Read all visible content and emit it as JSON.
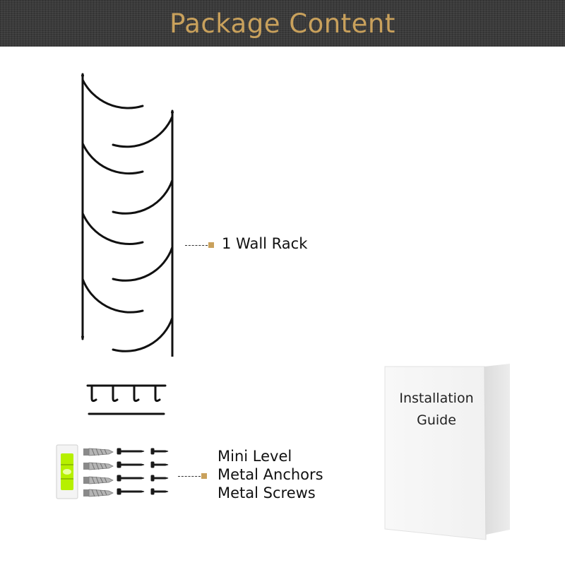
{
  "header": {
    "title": "Package Content"
  },
  "items": {
    "wall_rack_label": "1 Wall Rack",
    "hardware_labels": [
      "Mini Level",
      "Metal Anchors",
      "Metal Screws"
    ]
  },
  "guide": {
    "line1": "Installation",
    "line2": "Guide"
  },
  "colors": {
    "accent": "#c9a15c",
    "header_bg": "#3b3b3b",
    "level_liquid": "#b6f000"
  },
  "icons": [
    "wall-rack-illustration",
    "hook-bar-illustration",
    "mini-level-icon",
    "metal-anchor-icon",
    "metal-screw-icon",
    "installation-guide-booklet"
  ]
}
